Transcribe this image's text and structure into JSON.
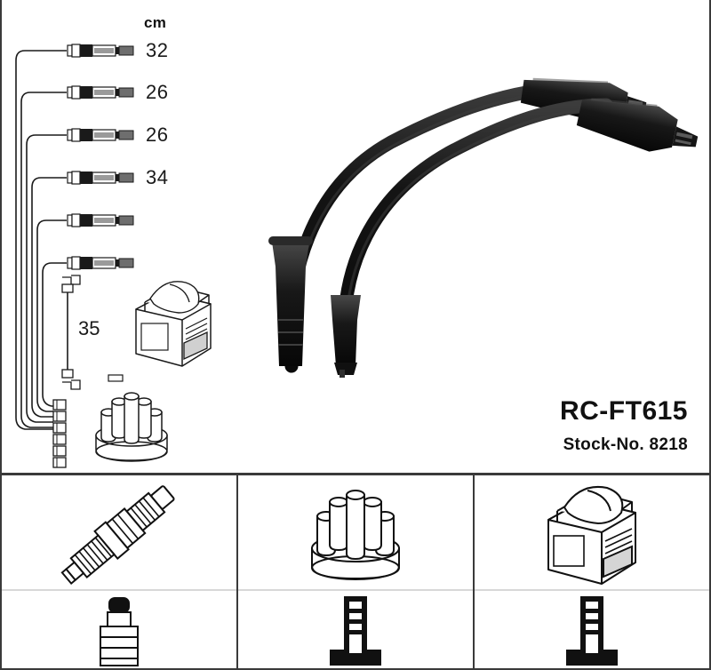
{
  "product": {
    "code": "RC-FT615",
    "stock_label": "Stock-No. 8218"
  },
  "measurements": {
    "unit_header": "cm",
    "lead_lengths": [
      "32",
      "26",
      "26",
      "34"
    ],
    "coil_lead_length": "35"
  },
  "upper_panel": {
    "harness_wire_count": 6,
    "labelled_wire_count": 4,
    "parts": [
      {
        "name": "ignition-coil-drawing"
      },
      {
        "name": "distributor-cap-drawing"
      },
      {
        "name": "coil-lead-drawing"
      },
      {
        "name": "terminal-block-drawing"
      }
    ],
    "photo_cables": [
      {
        "name": "ignition-cable-upper"
      },
      {
        "name": "ignition-cable-lower"
      }
    ]
  },
  "legend": {
    "cells": [
      {
        "name": "spark-plug",
        "top_icon": "spark-plug-icon",
        "bottom_icon": "spark-plug-boot-icon"
      },
      {
        "name": "distributor-cap",
        "top_icon": "distributor-cap-icon",
        "bottom_icon": "distributor-boot-icon"
      },
      {
        "name": "ignition-coil",
        "top_icon": "ignition-coil-icon",
        "bottom_icon": "coil-boot-icon"
      }
    ]
  },
  "colors": {
    "line": "#1a1a1a",
    "frame": "#3a3a3a",
    "cable_black": "#121212",
    "cable_highlight": "#4a4a4a",
    "background": "#ffffff",
    "divider": "#d8d8d8"
  }
}
